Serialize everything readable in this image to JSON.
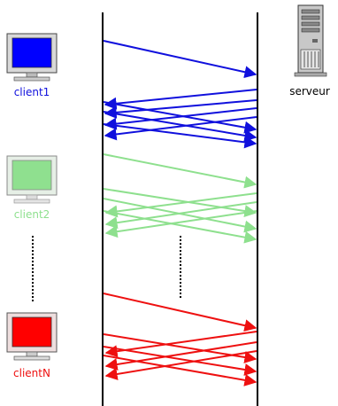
{
  "clients": [
    {
      "label": "client1",
      "color": "#1010dd",
      "screen": "#0000ff"
    },
    {
      "label": "client2",
      "color": "#8ee08e",
      "screen": "#8fe08f"
    },
    {
      "label": "clientN",
      "color": "#ee1010",
      "screen": "#ff0000"
    }
  ],
  "server": {
    "label": "serveur",
    "icon": "server-tower-icon"
  },
  "icons": {
    "client": "monitor-icon",
    "server": "server-tower-icon",
    "ellipsis": "vertical-dots"
  }
}
